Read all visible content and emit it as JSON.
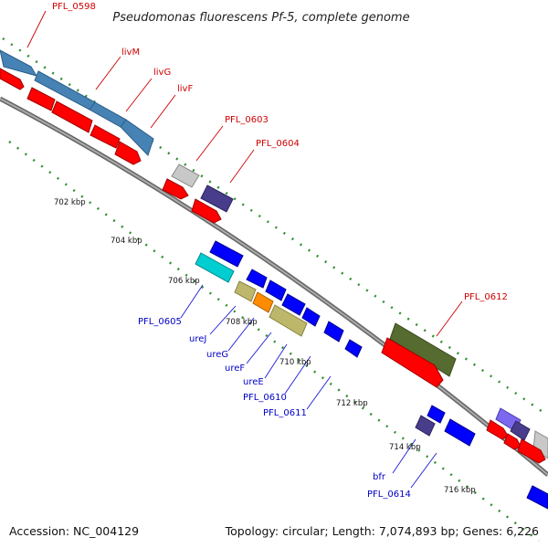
{
  "header": {
    "title": "Pseudomonas fluorescens Pf-5, complete genome"
  },
  "footer": {
    "accession": "Accession: NC_004129",
    "topology": "Topology: circular; Length: 7,074,893 bp; Genes: 6,226"
  },
  "ticks": [
    "702 kbp",
    "704 kbp",
    "706 kbp",
    "708 kbp",
    "710 kbp",
    "712 kbp",
    "714 kbp",
    "716 kbp"
  ],
  "gene_labels_red": [
    "PFL_0598",
    "livM",
    "livG",
    "livF",
    "PFL_0603",
    "PFL_0604",
    "PFL_0612"
  ],
  "gene_labels_blue": [
    "PFL_0605",
    "ureJ",
    "ureG",
    "ureF",
    "ureE",
    "PFL_0610",
    "PFL_0611",
    "bfr",
    "PFL_0614"
  ],
  "colors": {
    "backbone": "#888888",
    "cds_forward": "#ff0000",
    "cds_reverse": "#0000ff",
    "cog_blue": "#4682b4",
    "cog_gray": "#c8c8c8",
    "cog_navy": "#483d8b",
    "cog_cyan": "#00ced1",
    "cog_khaki": "#bdb76b",
    "cog_orange": "#ff8c00",
    "cog_olive": "#556b2f",
    "cog_lavender": "#7b68ee",
    "label_red": "#d00000",
    "label_blue": "#0000c8",
    "scale_dots": "#2f8f2f"
  }
}
